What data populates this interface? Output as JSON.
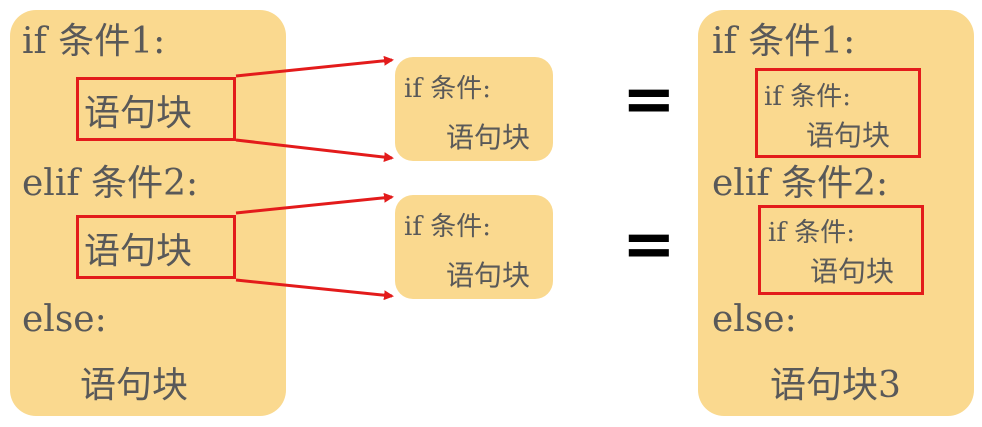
{
  "left": {
    "line1": "if 条件1:",
    "block1": "语句块",
    "line2": "elif 条件2:",
    "block2": "语句块",
    "line3": "else:",
    "block3": "语句块"
  },
  "mid_top": {
    "cond": "if 条件:",
    "block": "语句块"
  },
  "mid_bottom": {
    "cond": "if 条件:",
    "block": "语句块"
  },
  "equals_top": "=",
  "equals_bottom": "=",
  "right": {
    "line1": "if 条件1:",
    "nested1_cond": "if 条件:",
    "nested1_block": "语句块",
    "line2": "elif 条件2:",
    "nested2_cond": "if 条件:",
    "nested2_block": "语句块",
    "line3": "else:",
    "block3": "语句块3"
  },
  "colors": {
    "box": "#fad98f",
    "highlight": "#e31b1b",
    "text": "#595959"
  }
}
